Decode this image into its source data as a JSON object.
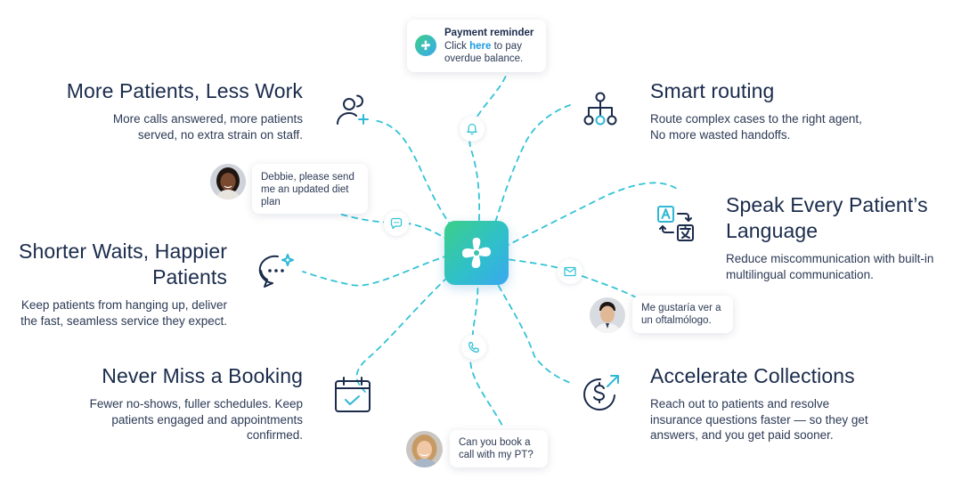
{
  "features": {
    "more_patients": {
      "title": "More Patients, Less Work",
      "desc_line1": "More calls answered, more patients",
      "desc_line2": "served, no extra strain on staff.",
      "icon": "add-user-icon"
    },
    "shorter_waits": {
      "title_line1": "Shorter Waits, Happier",
      "title_line2": "Patients",
      "desc_line1": "Keep patients from hanging up, deliver",
      "desc_line2": "the fast, seamless service they expect.",
      "icon": "chat-sparkle-icon"
    },
    "never_miss": {
      "title": "Never Miss a Booking",
      "desc_line1": "Fewer no-shows, fuller schedules. Keep",
      "desc_line2": "patients engaged and appointments",
      "desc_line3": "confirmed.",
      "icon": "calendar-check-icon"
    },
    "smart_routing": {
      "title": "Smart routing",
      "desc_line1": "Route complex cases to the right agent,",
      "desc_line2": "No more wasted handoffs.",
      "icon": "routing-tree-icon"
    },
    "speak_language": {
      "title_line1": "Speak Every Patient’s",
      "title_line2": "Language",
      "desc_line1": "Reduce miscommunication with built-in",
      "desc_line2": "multilingual communication.",
      "icon": "translate-icon"
    },
    "collections": {
      "title": "Accelerate Collections",
      "desc_line1": "Reach out to patients and resolve",
      "desc_line2": "insurance questions faster — so they get",
      "desc_line3": "answers, and you get paid sooner.",
      "icon": "dollar-arrow-icon"
    }
  },
  "notification": {
    "title": "Payment reminder",
    "line1_pre": "Click ",
    "line1_link": "here",
    "line1_post": " to pay",
    "line2": "overdue balance."
  },
  "messages": {
    "debbie": {
      "line1": "Debbie, please send",
      "line2": "me an updated diet",
      "line3": "plan"
    },
    "spanish": {
      "line1": "Me gustaría ver a",
      "line2": "un oftalmólogo."
    },
    "pt": {
      "line1": "Can you book a",
      "line2": "call with my PT?"
    }
  },
  "channels": [
    "bell-icon",
    "chat-icon",
    "mail-icon",
    "phone-icon"
  ],
  "colors": {
    "navy": "#1a2b4b",
    "teal": "#34c3d6",
    "green": "#3ccf88",
    "blue": "#3aa8f0",
    "link": "#1a9be0"
  }
}
